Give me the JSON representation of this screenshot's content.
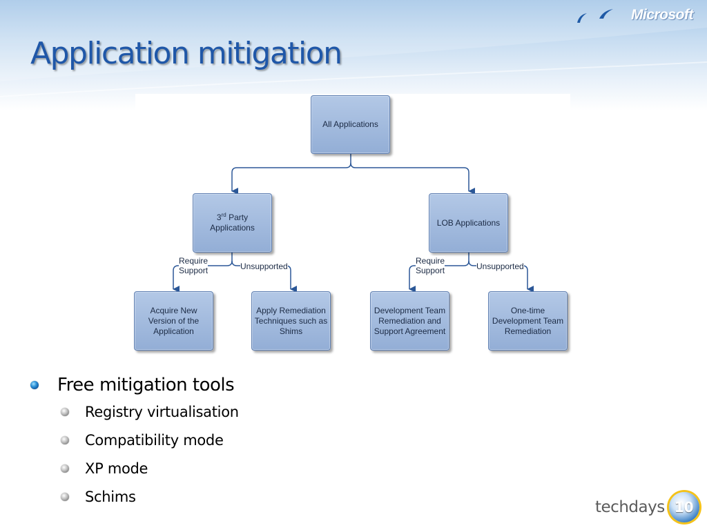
{
  "slide": {
    "title": "Application mitigation",
    "brand": "Microsoft",
    "event_logo": "techdays",
    "event_badge": "10"
  },
  "diagram": {
    "nodes": {
      "all_applications": "All Applications",
      "third_party_prefix": "3",
      "third_party_sup": "rd",
      "third_party_line1_rest": " Party",
      "third_party_line2": "Applications",
      "lob_applications": "LOB Applications",
      "acquire_new_version": "Acquire New Version of the Application",
      "apply_remediation": "Apply Remediation Techniques such as Shims",
      "dev_team_remediation": "Development Team Remediation and Support Agreement",
      "one_time_dev": "One-time Development Team Remediation"
    },
    "edge_labels": {
      "require_support": "Require\nSupport",
      "unsupported": "Unsupported"
    }
  },
  "bullets": [
    {
      "text": "Free mitigation tools",
      "children": [
        "Registry virtualisation",
        "Compatibility mode",
        "XP mode",
        "Schims"
      ]
    }
  ],
  "colors": {
    "title": "#1f57a8",
    "node_fill": "#a4bce0",
    "node_border": "#5f7fb1",
    "connector": "#2b5797"
  }
}
